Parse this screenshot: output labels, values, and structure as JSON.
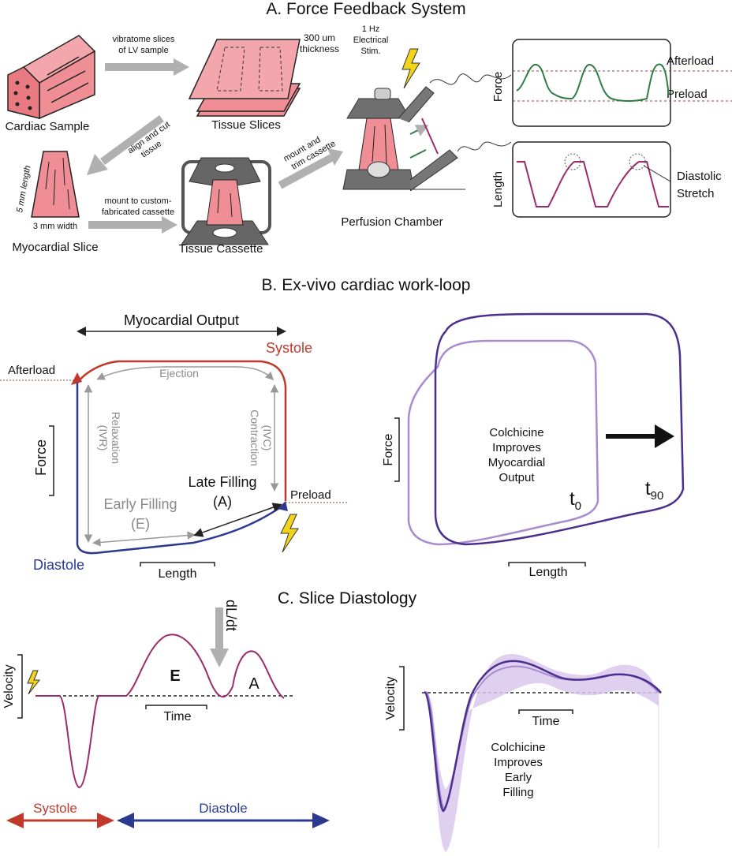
{
  "panel_a": {
    "title": "A. Force Feedback System",
    "cardiac_sample": "Cardiac Sample",
    "vibratome_1": "vibratome slices",
    "vibratome_2": "of LV sample",
    "thickness_1": "300 um",
    "thickness_2": "thickness",
    "tissue_slices": "Tissue Slices",
    "align_1": "align and cut",
    "align_2": "tissue",
    "length_5mm": "5 mm length",
    "width_3mm": "3 mm width",
    "mount_custom_1": "mount to custom-",
    "mount_custom_2": "fabricated cassette",
    "mount_trim_1": "mount and",
    "mount_trim_2": "trim cassette",
    "myocardial_slice": "Myocardial Slice",
    "tissue_cassette": "Tissue Cassette",
    "stim_1": "1 Hz",
    "stim_2": "Electrical",
    "stim_3": "Stim.",
    "perfusion_chamber": "Perfusion Chamber",
    "force": "Force",
    "length": "Length",
    "afterload": "Afterload",
    "preload": "Preload",
    "diastolic_1": "Diastolic",
    "diastolic_2": "Stretch"
  },
  "panel_b": {
    "title": "B. Ex-vivo cardiac work-loop",
    "myocardial_output": "Myocardial Output",
    "systole": "Systole",
    "afterload": "Afterload",
    "ejection": "Ejection",
    "relaxation": "Relaxation",
    "ivr": "(IVR)",
    "contraction": "Contraction",
    "ivc": "(IVC)",
    "force": "Force",
    "late_filling": "Late Filling",
    "late_a": "(A)",
    "early_filling": "Early Filling",
    "early_e": "(E)",
    "preload": "Preload",
    "diastole": "Diastole",
    "length": "Length",
    "colch_1": "Colchicine",
    "colch_2": "Improves",
    "colch_3": "Myocardial",
    "colch_4": "Output",
    "t0": "t",
    "t0_sub": "0",
    "t90": "t",
    "t90_sub": "90",
    "force_right": "Force",
    "length_right": "Length"
  },
  "panel_c": {
    "title": "C. Slice Diastology",
    "velocity": "Velocity",
    "e_label": "E",
    "a_label": "A",
    "dldt": "dL/dt",
    "time": "Time",
    "systole": "Systole",
    "diastole": "Diastole",
    "velocity_right": "Velocity",
    "time_right": "Time",
    "colch_1": "Colchicine",
    "colch_2": "Improves",
    "colch_3": "Early",
    "colch_4": "Filling"
  },
  "colors": {
    "tissue_pink": "#ef8e95",
    "systole_red": "#c0392b",
    "diastole_blue": "#2b3a8f",
    "gray_arrow": "#b0b0b0",
    "force_green": "#2e7d46",
    "length_magenta": "#9c2b6b",
    "loop_light": "#a98bd0",
    "loop_dark": "#4b2f8f",
    "dotted_brown": "#8b4a3a",
    "bolt_yellow": "#f2d51a"
  }
}
